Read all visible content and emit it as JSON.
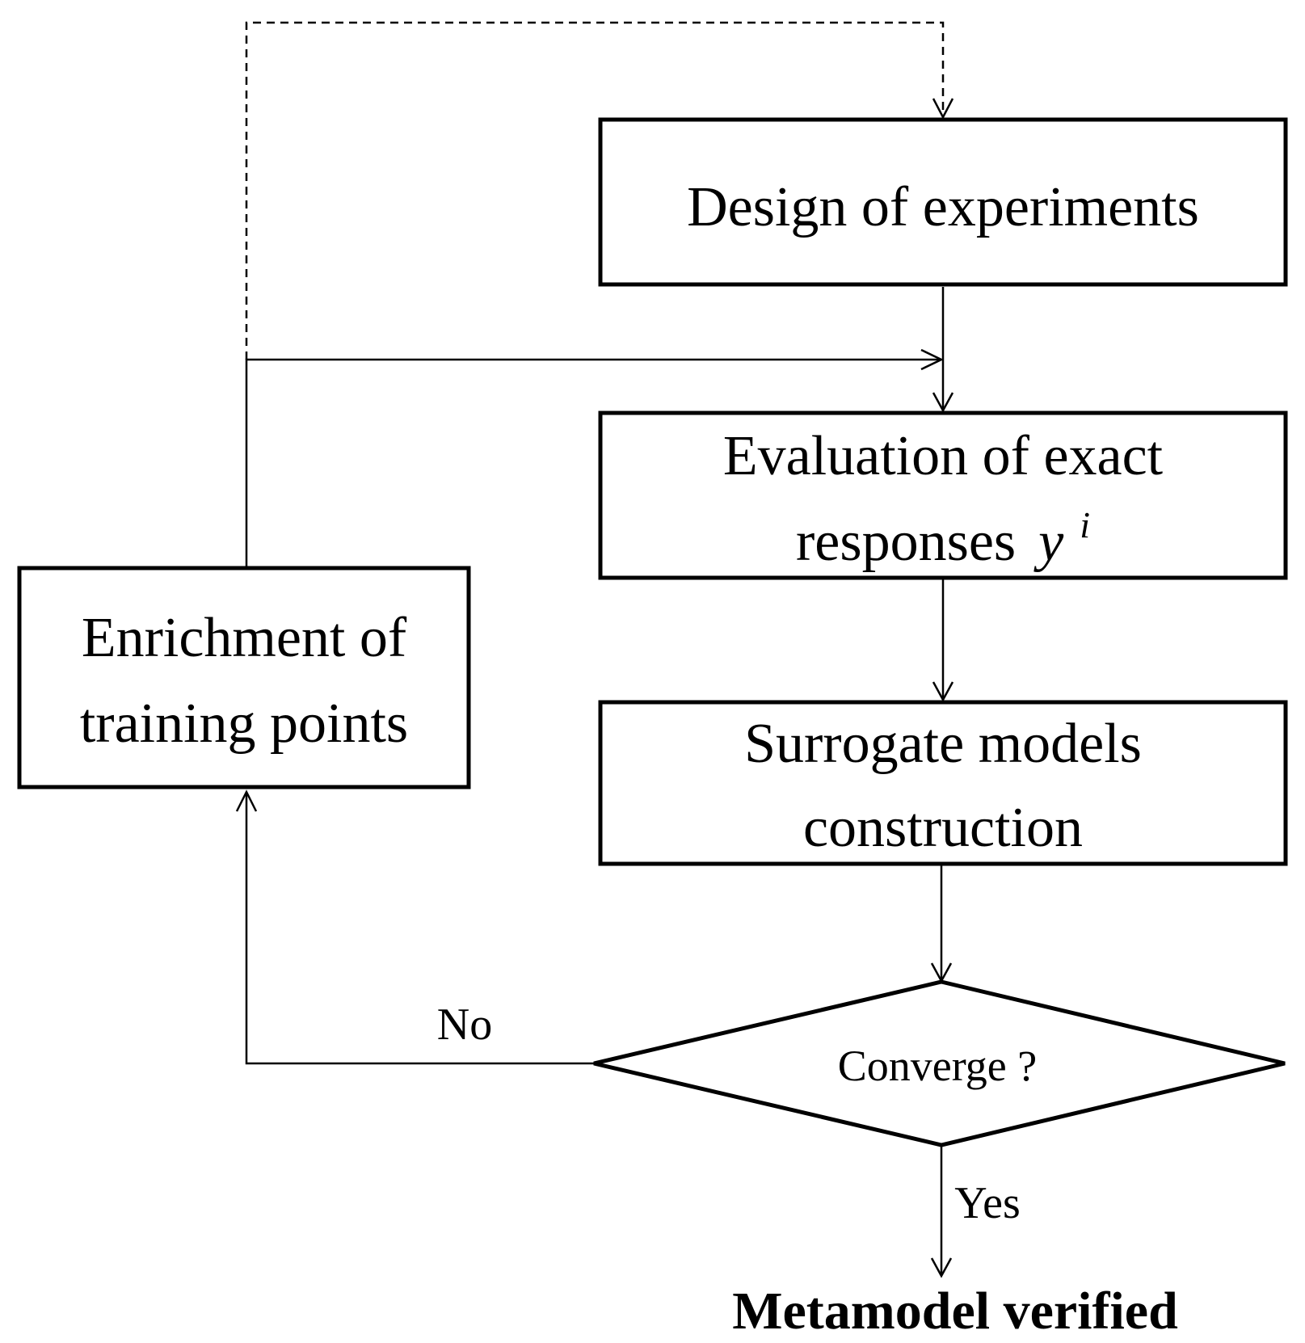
{
  "nodes": {
    "design": {
      "label": "Design of experiments"
    },
    "evaluation": {
      "line1": "Evaluation of exact",
      "line2": "responses",
      "variable": "y",
      "superscript": "i"
    },
    "surrogate": {
      "line1": "Surrogate models",
      "line2": "construction"
    },
    "enrichment": {
      "line1": "Enrichment of",
      "line2": "training points"
    },
    "decision": {
      "label": "Converge ?"
    },
    "result": {
      "label": "Metamodel verified"
    }
  },
  "edges": {
    "no_label": "No",
    "yes_label": "Yes"
  }
}
